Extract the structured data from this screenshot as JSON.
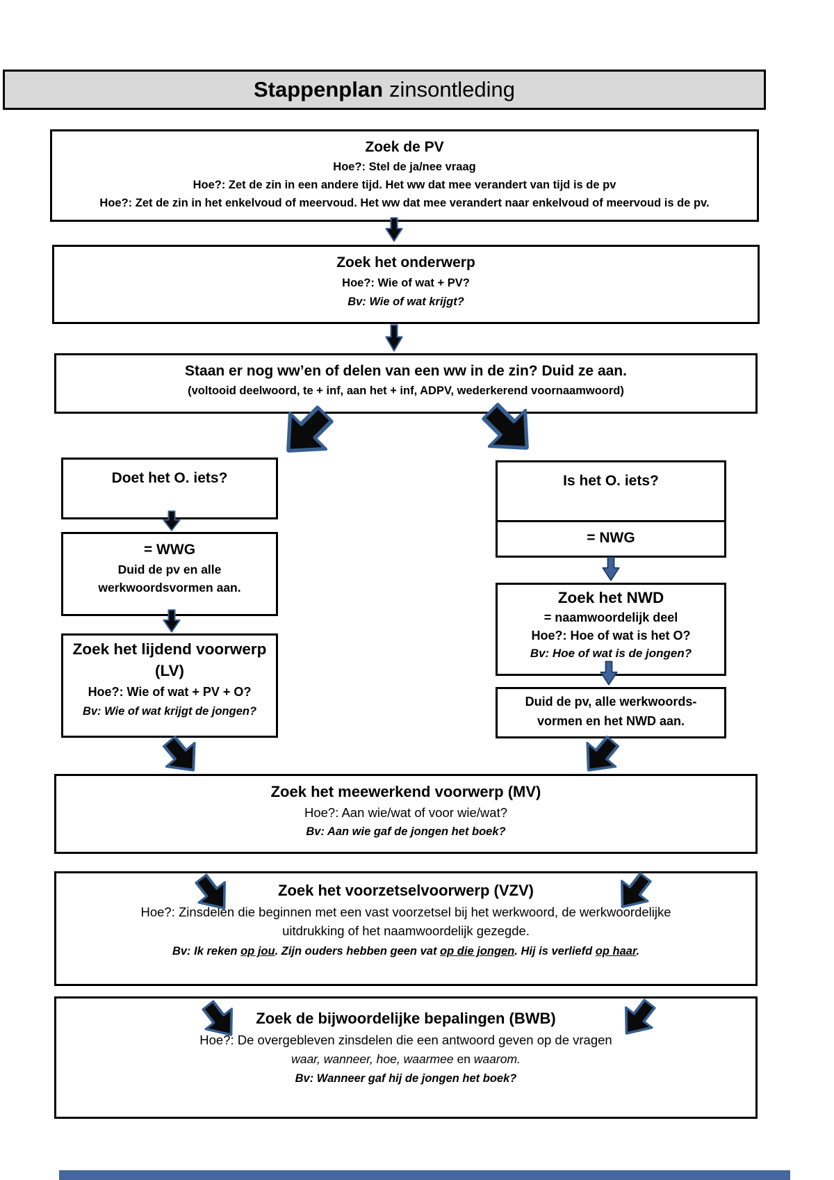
{
  "colors": {
    "page_bg": "#ffffff",
    "border": "#000000",
    "title_bg": "#d9d9d9",
    "text": "#000000",
    "arrow_fill": "#0a0a0a",
    "arrow_outline": "#365f91",
    "arrow_alt_fill": "#3f629b",
    "arrow_alt_outline": "#17375d",
    "footer_bar": "#44679e"
  },
  "header": {
    "title_bold": "Stappenplan",
    "title_regular": "zinsontleding"
  },
  "flow": {
    "pv": {
      "title": "Zoek de PV",
      "hoe1": "Hoe?: Stel de ja/nee vraag",
      "hoe2": "Hoe?: Zet de zin in een andere tijd. Het ww dat mee verandert van tijd is de pv",
      "hoe3": "Hoe?: Zet de zin in het enkelvoud of meervoud. Het ww dat mee verandert naar enkelvoud of meervoud is de pv."
    },
    "onderwerp": {
      "title": "Zoek het onderwerp",
      "hoe": "Hoe?: Wie of wat + PV?",
      "bv": "Bv: Wie of wat krijgt?"
    },
    "ww_check": {
      "title": "Staan er nog ww’en  of delen van een ww in de zin? Duid ze aan.",
      "sub": "(voltooid deelwoord, te + inf, aan het + inf, ADPV, wederkerend voornaamwoord)"
    },
    "left_branch": {
      "doet": {
        "title": "Doet het O. iets?"
      },
      "wwg": {
        "title": "= WWG",
        "line1": "Duid de pv en alle",
        "line2": "werkwoordsvormen aan."
      },
      "lv": {
        "title_line1": "Zoek het lijdend voorwerp",
        "title_line2": "(LV)",
        "hoe": "Hoe?: Wie of wat + PV + O?",
        "bv": "Bv: Wie of wat krijgt de jongen?"
      }
    },
    "right_branch": {
      "is": {
        "title": "Is het O. iets?"
      },
      "nwg": {
        "title": "= NWG"
      },
      "nwd": {
        "title": "Zoek het NWD",
        "sub": "= naamwoordelijk deel",
        "hoe": "Hoe?: Hoe of wat is het O?",
        "bv": "Bv: Hoe of wat is de jongen?"
      },
      "duid": {
        "line1": "Duid de pv, alle werkwoords-",
        "line2": "vormen en het NWD aan."
      }
    },
    "mv": {
      "title": "Zoek het meewerkend voorwerp (MV)",
      "hoe": "Hoe?: Aan wie/wat of voor wie/wat?",
      "bv": "Bv: Aan wie gaf de jongen het boek?"
    },
    "vzv": {
      "title": "Zoek het voorzetselvoorwerp (VZV)",
      "hoe_line1": "Hoe?: Zinsdelen die beginnen met een vast voorzetsel bij het werkwoord, de werkwoordelijke",
      "hoe_line2": "uitdrukking of het naamwoordelijk gezegde.",
      "bv_segments": [
        {
          "t": "Bv: Ik reken ",
          "u": false
        },
        {
          "t": "op jou",
          "u": true
        },
        {
          "t": ". Zijn ouders hebben geen vat ",
          "u": false
        },
        {
          "t": "op die jongen",
          "u": true
        },
        {
          "t": ". Hij is verliefd ",
          "u": false
        },
        {
          "t": "op haar",
          "u": true
        },
        {
          "t": ".",
          "u": false
        }
      ]
    },
    "bwb": {
      "title": "Zoek de bijwoordelijke bepalingen (BWB)",
      "hoe": "Hoe?: De overgebleven zinsdelen die een antwoord geven op de vragen",
      "vraag_segments": [
        {
          "t": "waar, ",
          "i": true
        },
        {
          "t": "wanneer, ",
          "i": true
        },
        {
          "t": "hoe, ",
          "i": true
        },
        {
          "t": "waarmee",
          "i": true
        },
        {
          "t": " en ",
          "i": false
        },
        {
          "t": "waarom.",
          "i": true
        }
      ],
      "bv": "Bv: Wanneer gaf hij de jongen het boek?"
    }
  }
}
